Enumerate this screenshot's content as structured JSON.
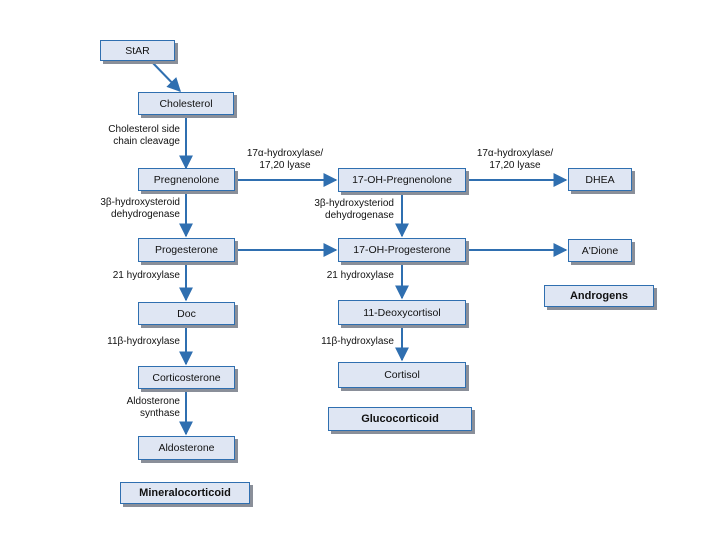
{
  "nodes": {
    "star": "StAR",
    "cholesterol": "Cholesterol",
    "pregnenolone": "Pregnenolone",
    "progesterone": "Progesterone",
    "doc": "Doc",
    "corticosterone": "Corticosterone",
    "aldosterone": "Aldosterone",
    "oh_pregnenolone": "17-OH-Pregnenolone",
    "oh_progesterone": "17-OH-Progesterone",
    "deoxycortisol": "11-Deoxycortisol",
    "cortisol": "Cortisol",
    "dhea": "DHEA",
    "adione": "A'Dione"
  },
  "categories": {
    "mineralocorticoid": "Mineralocorticoid",
    "glucocorticoid": "Glucocorticoid",
    "androgens": "Androgens"
  },
  "enzymes": {
    "side_chain_1": "Cholesterol side",
    "side_chain_2": "chain cleavage",
    "hsd_left_1": "3β-hydroxysteroid",
    "hsd_left_2": "dehydrogenase",
    "hsd_mid_1": "3β-hydroxysteriod",
    "hsd_mid_2": "dehydrogenase",
    "hydroxylase21_left": "21 hydroxylase",
    "hydroxylase21_mid": "21 hydroxylase",
    "hydroxylase11_left": "11β-hydroxylase",
    "hydroxylase11_mid": "11β-hydroxylase",
    "aldo_synth_1": "Aldosterone",
    "aldo_synth_2": "synthase",
    "lyase_1_a": "17α-hydroxylase/",
    "lyase_1_b": "17,20 lyase",
    "lyase_2_a": "17α-hydroxylase/",
    "lyase_2_b": "17,20 lyase"
  },
  "colors": {
    "box_fill": "#dfe6f3",
    "box_border": "#2f6fb0",
    "arrow": "#2f6fb0",
    "shadow": "#8a8f99"
  }
}
